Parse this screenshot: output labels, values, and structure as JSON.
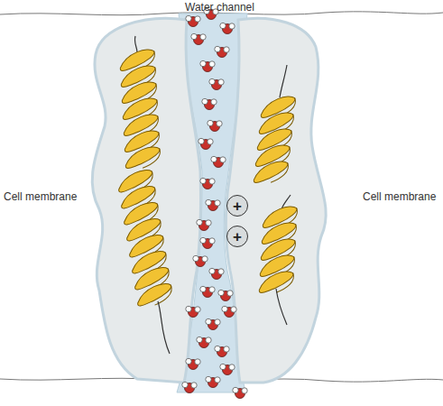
{
  "diagram": {
    "nodes": [
      {
        "text": [
          "+"
        ]
      },
      {
        "text": [
          "+"
        ]
      }
    ],
    "labels": [
      "Water channel",
      "Cell membrane",
      "Cell membrane"
    ]
  }
}
